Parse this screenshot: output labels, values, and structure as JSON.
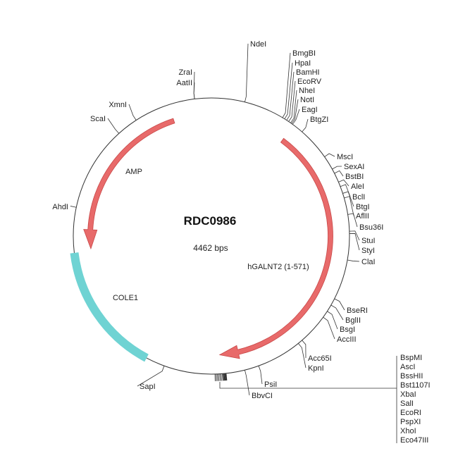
{
  "plasmid": {
    "name": "RDC0986",
    "size": "4462 bps"
  },
  "colors": {
    "cds": "#e86a6a",
    "cds_stroke": "#c84848",
    "origin": "#6fd3d3",
    "origin_stroke": "#40aaaa",
    "backbone": "#333333"
  },
  "features": [
    {
      "name": "AMP",
      "type": "cds"
    },
    {
      "name": "hGALNT2 (1-571)",
      "type": "cds"
    },
    {
      "name": "COLE1",
      "type": "origin"
    }
  ],
  "sites": [
    "NdeI",
    "BmgBI",
    "HpaI",
    "BamHI",
    "EcoRV",
    "NheI",
    "NotI",
    "EagI",
    "BtgZI",
    "MscI",
    "SexAI",
    "BstBI",
    "AleI",
    "BclI",
    "BtgI",
    "AflII",
    "Bsu36I",
    "StuI",
    "StyI",
    "ClaI",
    "BseRI",
    "BglII",
    "BsgI",
    "AccIII",
    "Acc65I",
    "KpnI",
    "PsiI",
    "BbvCI",
    "SapI",
    "AhdI",
    "ScaI",
    "XmnI",
    "ZraI",
    "AatII"
  ],
  "mcs_sites": [
    "BspMI",
    "AscI",
    "BssHII",
    "Bst1107I",
    "XbaI",
    "SalI",
    "EcoRI",
    "PspXI",
    "XhoI",
    "Eco47III"
  ]
}
